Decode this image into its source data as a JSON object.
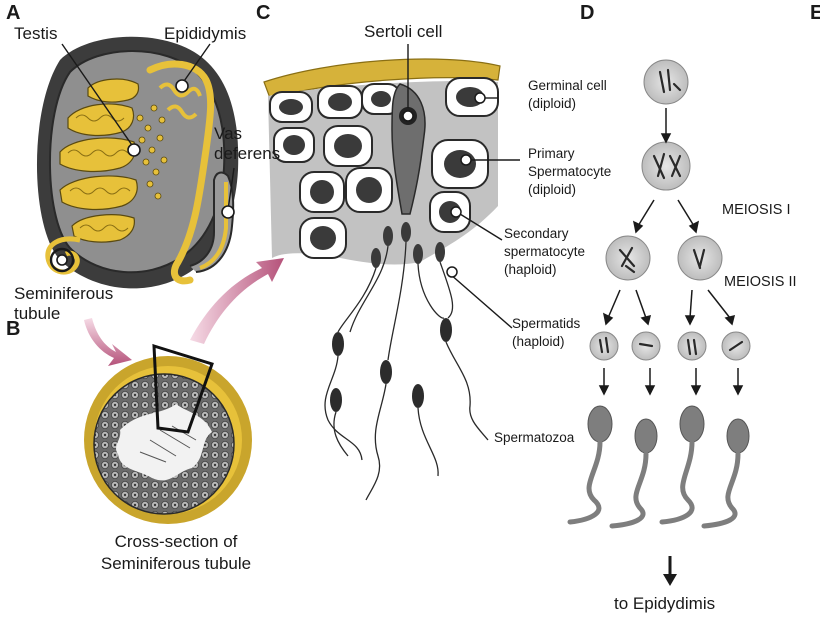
{
  "panels": {
    "a": "A",
    "b": "B",
    "c": "C",
    "d": "D",
    "e": "E"
  },
  "panel_a": {
    "testis": "Testis",
    "epididymis": "Epididymis",
    "vas_deferens_1": "Vas",
    "vas_deferens_2": "deferens",
    "seminiferous_1": "Seminiferous",
    "seminiferous_2": "tubule"
  },
  "panel_b": {
    "caption_1": "Cross-section of",
    "caption_2": "Seminiferous tubule"
  },
  "panel_c": {
    "sertoli": "Sertoli cell",
    "germinal_1": "Germinal cell",
    "germinal_2": "(diploid)",
    "primary_1": "Primary",
    "primary_2": "Spermatocyte",
    "primary_3": "(diploid)",
    "secondary_1": "Secondary",
    "secondary_2": "spermatocyte",
    "secondary_3": "(haploid)",
    "spermatids_1": "Spermatids",
    "spermatids_2": "(haploid)"
  },
  "panel_d": {
    "meiosis_1": "MEIOSIS I",
    "meiosis_2": "MEIOSIS II",
    "spermatozoa": "Spermatozoa",
    "to_epididymis": "to Epidydimis"
  },
  "colors": {
    "yellow": "#e7c13a",
    "gold_ring": "#c9a52c",
    "dark_gray": "#3a3a3a",
    "mid_gray": "#8e8e8e",
    "light_gray": "#cfcfcf",
    "arrow_pink": "#b5527a"
  }
}
